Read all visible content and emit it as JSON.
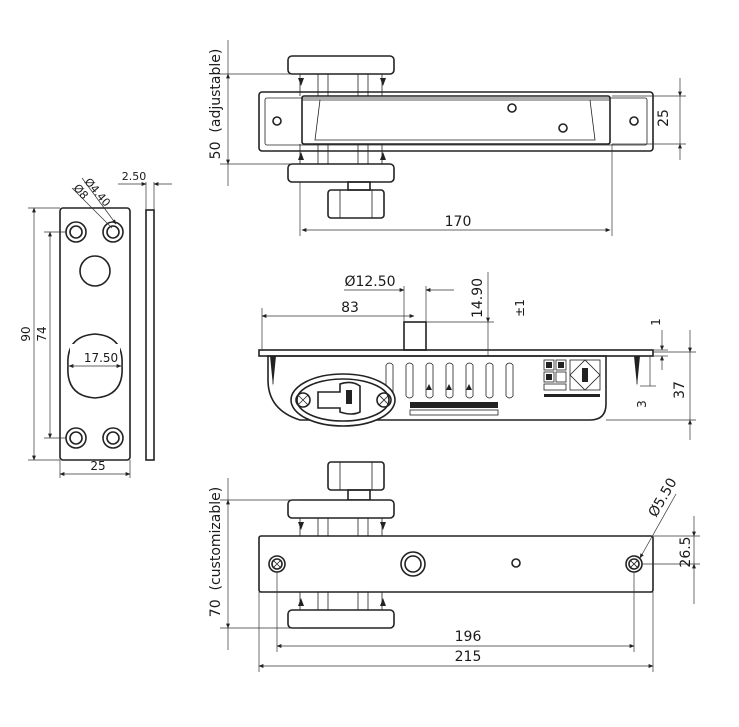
{
  "dimensions": {
    "top_width": "170",
    "top_height": "25",
    "adjustable": "50  (adjustable)",
    "side_dia_small": "Ø4.40",
    "side_dia_large": "Ø8",
    "side_thickness": "2.50",
    "side_total_height": "90",
    "side_hole_spacing": "74",
    "side_cam_width": "17.50",
    "side_width": "25",
    "mid_pin_dia": "Ø12.50",
    "mid_pin_offset": "83",
    "mid_pin_height": "14.90",
    "mid_tolerance": "±1",
    "mid_plate_thickness": "1",
    "mid_right_small": "3",
    "mid_height": "37",
    "bottom_customizable": "70  (customizable)",
    "bottom_hole_dia": "Ø5.50",
    "bottom_hole_offset": "26.5",
    "bottom_hole_spacing": "196",
    "bottom_total_length": "215"
  },
  "colors": {
    "line": "#222222",
    "background": "#ffffff"
  }
}
